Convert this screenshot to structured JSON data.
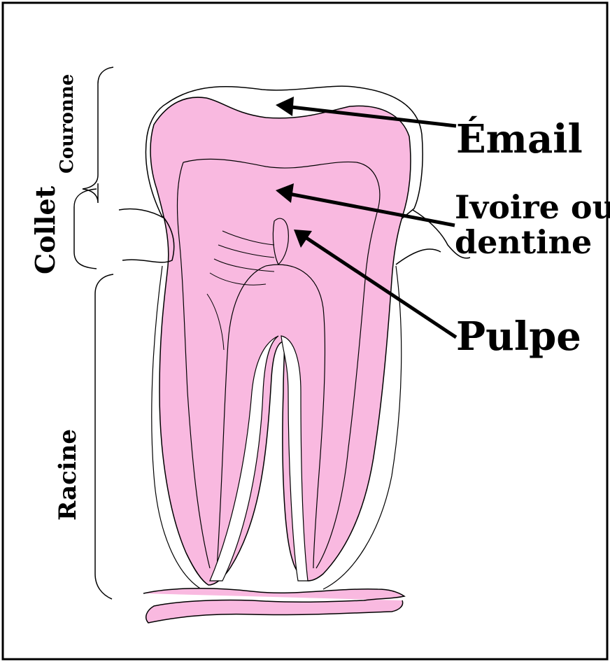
{
  "labels": {
    "email": "Émail",
    "ivoire_line1": "Ivoire ou",
    "ivoire_line2": "dentine",
    "pulpe": "Pulpe",
    "couronne": "Couronne",
    "collet": "Collet",
    "racine": "Racine"
  },
  "colors": {
    "dentine": "#f9b9e0",
    "outline": "#000000",
    "background": "#ffffff"
  }
}
